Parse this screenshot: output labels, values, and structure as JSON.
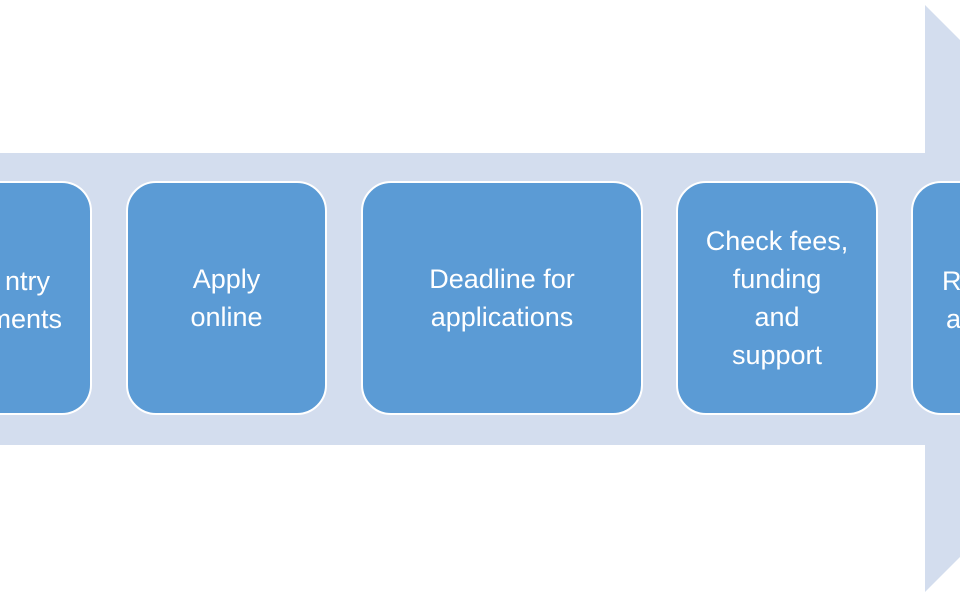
{
  "colors": {
    "arrow": "#d3ddee",
    "box_fill": "#5b9bd5",
    "box_border": "#ffffff",
    "text": "#ffffff"
  },
  "steps": [
    {
      "lines": [
        "ntry",
        "ments"
      ]
    },
    {
      "lines": [
        "Apply",
        "online"
      ]
    },
    {
      "lines": [
        "Deadline for",
        "applications"
      ]
    },
    {
      "lines": [
        "Check fees,",
        "funding",
        "and",
        "support"
      ]
    },
    {
      "lines": [
        "R",
        "a"
      ]
    }
  ]
}
